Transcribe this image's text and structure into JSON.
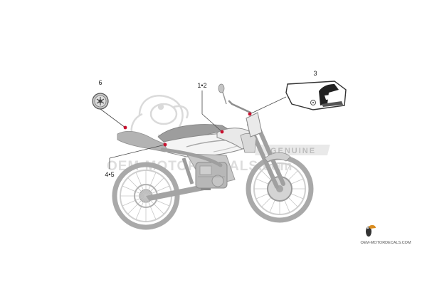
{
  "colors": {
    "accent": "#c8102e",
    "bike_gray": "#b9b9b9",
    "bike_dark": "#8f8f8f",
    "watermark": "#dcdcdc"
  },
  "callouts": {
    "c12": "1•2",
    "c3": "3",
    "c45": "4•5",
    "c6": "6"
  },
  "watermark": {
    "brand": "OEM-MOTORDECALS.com",
    "badge": "GENUINE",
    "footer": "OEM-MOTORDECALS.COM"
  },
  "icons": [
    "tuning-fork-emblem-icon",
    "toucan-logo-icon"
  ]
}
